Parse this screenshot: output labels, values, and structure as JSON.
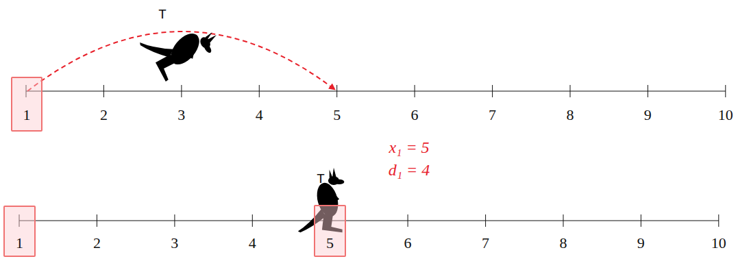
{
  "diagram": {
    "nodes": [
      {
        "text": [
          "1"
        ]
      },
      {
        "text": [
          "1"
        ]
      },
      {
        "text": [
          "5"
        ]
      }
    ],
    "labels": [
      "T",
      "2",
      "3",
      "4",
      "5",
      "6",
      "7",
      "8",
      "9",
      "10",
      "x₁ = 5",
      "d₁ = 4",
      "T",
      "2",
      "3",
      "4",
      "6",
      "7",
      "8",
      "9",
      "10"
    ]
  }
}
